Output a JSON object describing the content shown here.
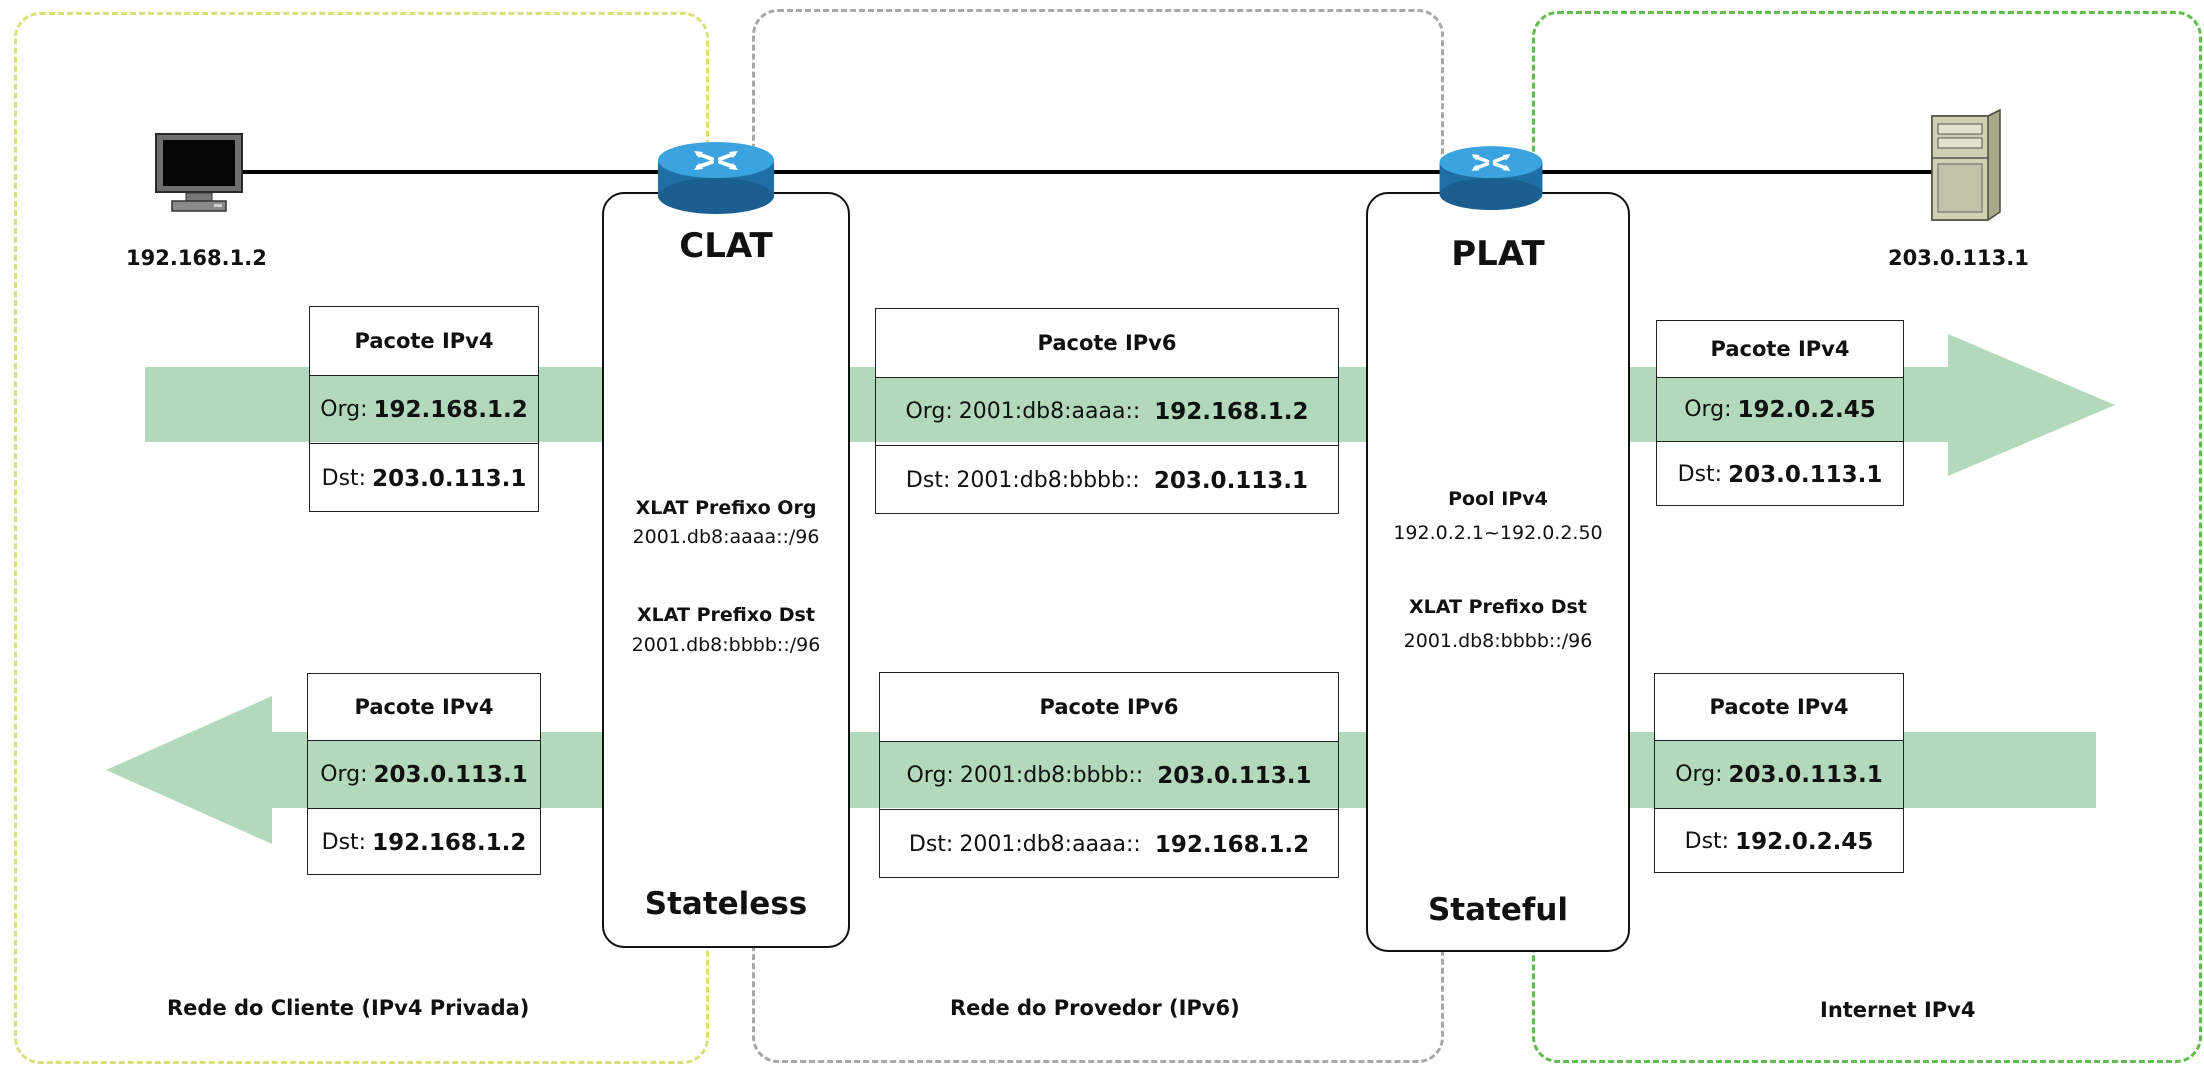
{
  "zones": {
    "client": "Rede do Cliente (IPv4 Privada)",
    "provider": "Rede do Provedor (IPv6)",
    "internet": "Internet IPv4"
  },
  "client_host": {
    "address": "192.168.1.2",
    "icon": "computer-monitor-icon"
  },
  "server_host": {
    "address": "203.0.113.1",
    "icon": "server-tower-icon"
  },
  "clat": {
    "title": "CLAT",
    "mode": "Stateless",
    "prefix_org_label": "XLAT Prefixo Org",
    "prefix_org_value": "2001.db8:aaaa::/96",
    "prefix_dst_label": "XLAT Prefixo Dst",
    "prefix_dst_value": "2001.db8:bbbb::/96",
    "icon": "router-icon"
  },
  "plat": {
    "title": "PLAT",
    "mode": "Stateful",
    "pool_label": "Pool IPv4",
    "pool_value": "192.0.2.1~192.0.2.50",
    "prefix_dst_label": "XLAT Prefixo Dst",
    "prefix_dst_value": "2001.db8:bbbb::/96",
    "icon": "router-icon"
  },
  "outbound": {
    "client_packet": {
      "title": "Pacote IPv4",
      "org_label": "Org:",
      "org": "192.168.1.2",
      "dst_label": "Dst:",
      "dst": "203.0.113.1"
    },
    "provider_packet": {
      "title": "Pacote IPv6",
      "org_label": "Org:",
      "org_prefix": "2001:db8:aaaa::",
      "org": "192.168.1.2",
      "dst_label": "Dst:",
      "dst_prefix": "2001:db8:bbbb::",
      "dst": "203.0.113.1"
    },
    "internet_packet": {
      "title": "Pacote IPv4",
      "org_label": "Org:",
      "org": "192.0.2.45",
      "dst_label": "Dst:",
      "dst": "203.0.113.1"
    }
  },
  "inbound": {
    "client_packet": {
      "title": "Pacote IPv4",
      "org_label": "Org:",
      "org": "203.0.113.1",
      "dst_label": "Dst:",
      "dst": "192.168.1.2"
    },
    "provider_packet": {
      "title": "Pacote IPv6",
      "org_label": "Org:",
      "org_prefix": "2001:db8:bbbb::",
      "org": "203.0.113.1",
      "dst_label": "Dst:",
      "dst_prefix": "2001:db8:aaaa::",
      "dst": "192.168.1.2"
    },
    "internet_packet": {
      "title": "Pacote IPv4",
      "org_label": "Org:",
      "org": "203.0.113.1",
      "dst_label": "Dst:",
      "dst": "192.0.2.45"
    }
  },
  "colors": {
    "arrow": "#b3d9bc",
    "router": "#2a8fd0",
    "client_zone": "#d8e07a",
    "provider_zone": "#a8a8a8",
    "internet_zone": "#5fbe4b"
  }
}
